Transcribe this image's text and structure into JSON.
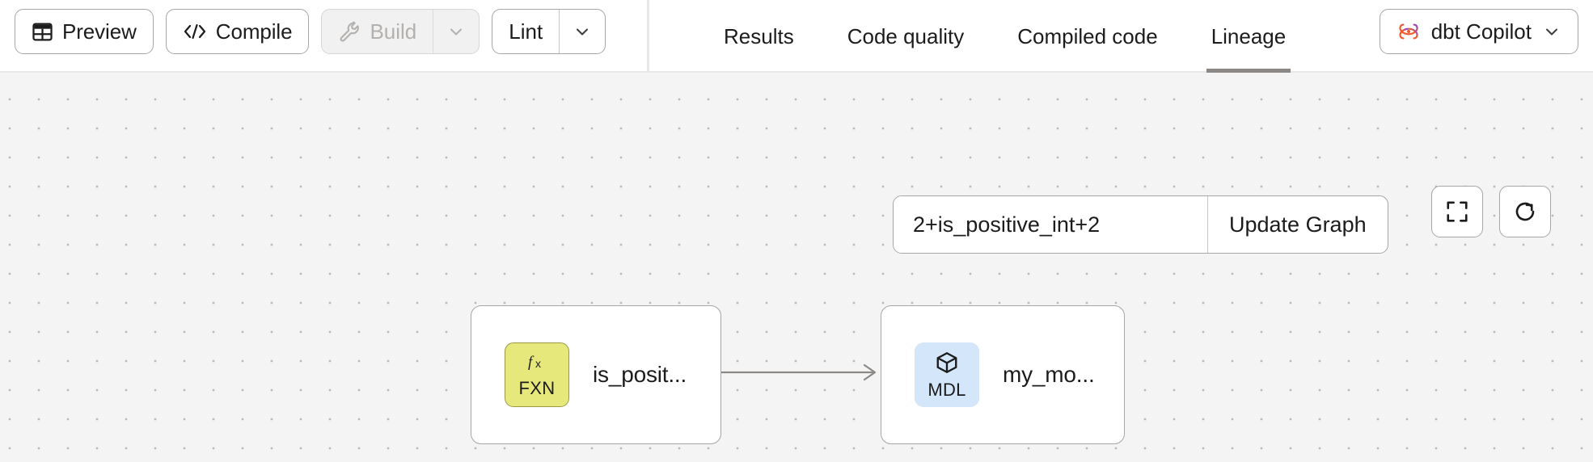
{
  "header": {
    "toolbar": [
      {
        "id": "preview",
        "label": "Preview",
        "icon": "table-icon",
        "disabled": false,
        "has_caret": false
      },
      {
        "id": "compile",
        "label": "Compile",
        "icon": "code-brackets-icon",
        "disabled": false,
        "has_caret": false
      },
      {
        "id": "build",
        "label": "Build",
        "icon": "wrench-icon",
        "disabled": true,
        "has_caret": true
      },
      {
        "id": "lint",
        "label": "Lint",
        "icon": "",
        "disabled": false,
        "has_caret": true
      }
    ],
    "tabs": [
      {
        "id": "results",
        "label": "Results",
        "active": false
      },
      {
        "id": "code-quality",
        "label": "Code quality",
        "active": false
      },
      {
        "id": "compiled-code",
        "label": "Compiled code",
        "active": false
      },
      {
        "id": "lineage",
        "label": "Lineage",
        "active": true
      }
    ],
    "copilot": {
      "label": "dbt Copilot",
      "icon": "dbt-copilot-atom-icon",
      "caret": "chevron-down-icon"
    }
  },
  "canvas": {
    "selector": {
      "value": "2+is_positive_int+2",
      "placeholder": "",
      "update_label": "Update Graph"
    },
    "controls": [
      {
        "id": "fullscreen",
        "icon": "fullscreen-icon"
      },
      {
        "id": "refresh",
        "icon": "refresh-icon"
      }
    ],
    "nodes": [
      {
        "id": "is_positive_int",
        "label": "is_posit...",
        "badge_code": "FXN",
        "badge_glyph": "fx",
        "badge_icon": "function-icon",
        "badge_bg": "#e6e87c",
        "badge_border": "#9a9a45"
      },
      {
        "id": "my_model",
        "label": "my_mo...",
        "badge_code": "MDL",
        "badge_glyph": "",
        "badge_icon": "cube-icon",
        "badge_bg": "#d4e6fa",
        "badge_border": "none"
      }
    ],
    "edges": [
      {
        "from": "is_positive_int",
        "to": "my_model",
        "arrow": "right-arrow"
      }
    ]
  },
  "colors": {
    "canvas_bg": "#f4f4f4",
    "dot_grid": "#b9b9b9",
    "border": "#a8a5a3",
    "active_tab_underline": "#8c8885",
    "copilot_orange": "#f05a28",
    "copilot_purple": "#7b3ff2"
  }
}
